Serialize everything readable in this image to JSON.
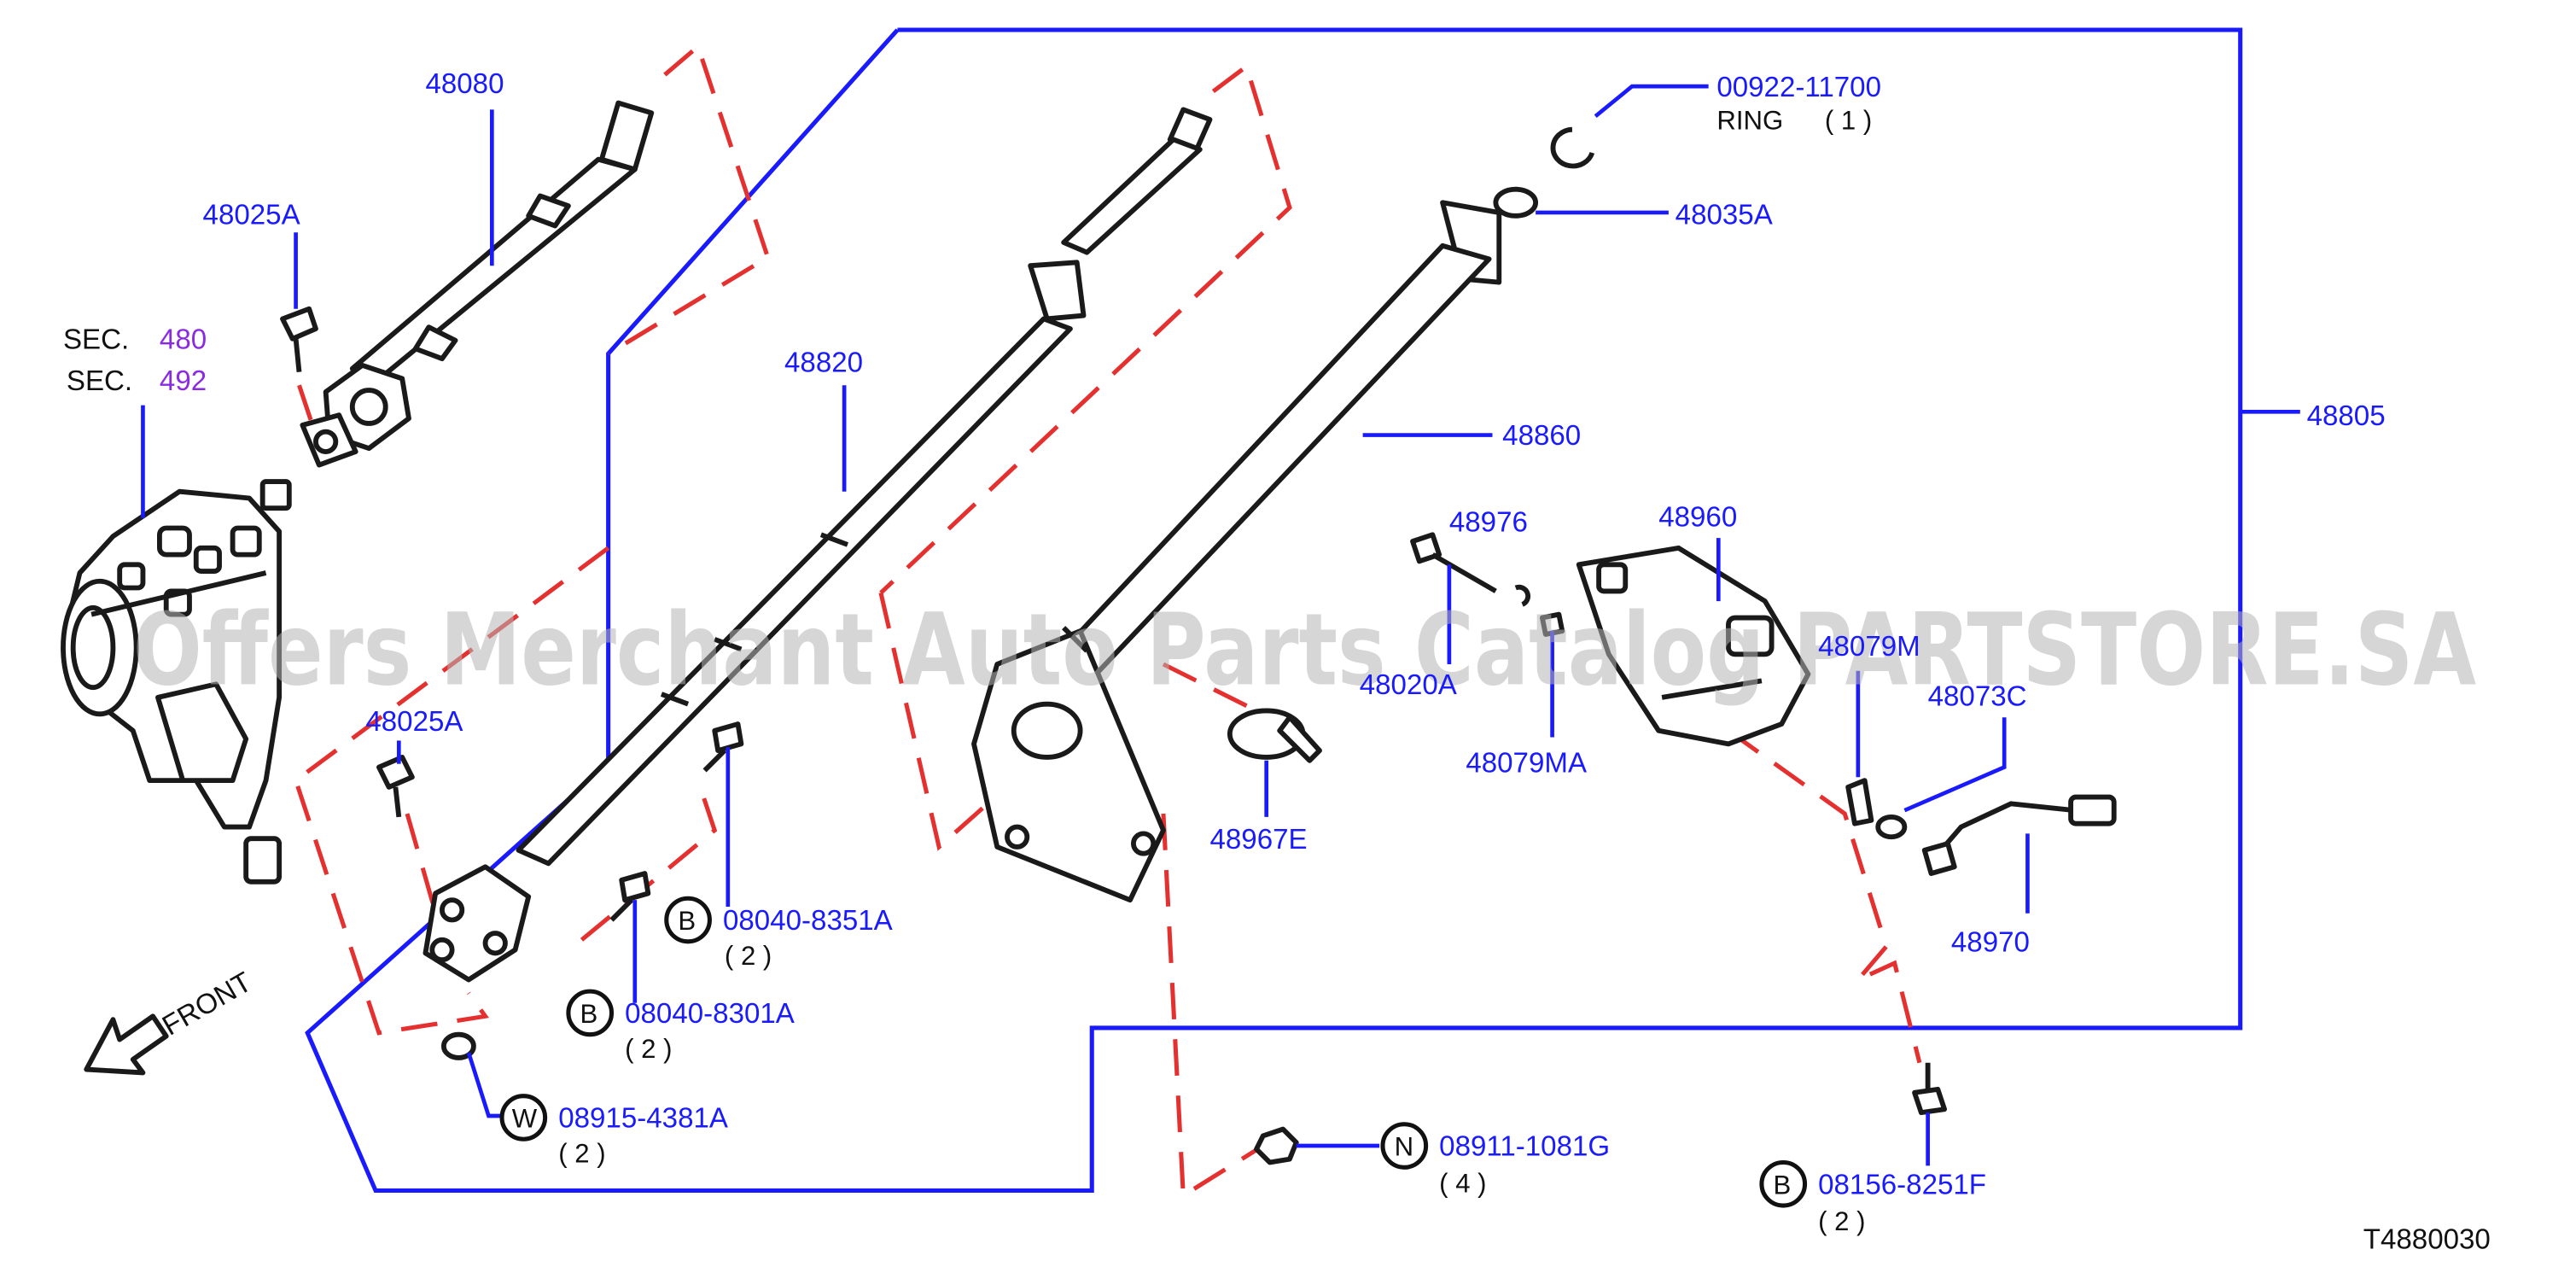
{
  "diagram_code": "T4880030",
  "watermark": "Offers Merchant Auto Parts Catalog PARTSTORE.SA",
  "front_label": "FRONT",
  "sections": [
    {
      "prefix": "SEC.",
      "number": "480"
    },
    {
      "prefix": "SEC.",
      "number": "492"
    }
  ],
  "parts": {
    "p48080": "48080",
    "p48025A_top": "48025A",
    "p48025A_mid": "48025A",
    "p48820": "48820",
    "p48860": "48860",
    "p48805": "48805",
    "p48035A": "48035A",
    "p00922": "00922-11700",
    "ring": "RING",
    "ring_qty": "( 1 )",
    "p48976": "48976",
    "p48960": "48960",
    "p48020A": "48020A",
    "p48079MA": "48079MA",
    "p48079M": "48079M",
    "p48073C": "48073C",
    "p48970": "48970",
    "p48967E": "48967E"
  },
  "fasteners": [
    {
      "badge": "B",
      "number": "08040-8351A",
      "qty": "( 2 )"
    },
    {
      "badge": "B",
      "number": "08040-8301A",
      "qty": "( 2 )"
    },
    {
      "badge": "W",
      "number": "08915-4381A",
      "qty": "( 2 )"
    },
    {
      "badge": "N",
      "number": "08911-1081G",
      "qty": "( 4 )"
    },
    {
      "badge": "B",
      "number": "08156-8251F",
      "qty": "( 2 )"
    }
  ],
  "colors": {
    "label": "#1a1aff",
    "section": "#8a2be2",
    "reference_line": "#e53030",
    "ink": "#1a1a1a"
  }
}
